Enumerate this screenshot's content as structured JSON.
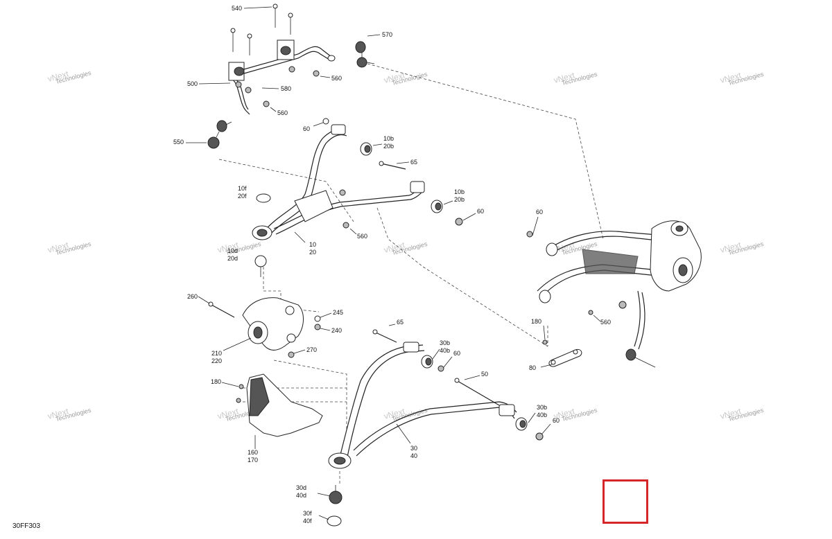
{
  "diagram": {
    "reference_code": "30FF303",
    "watermark": {
      "line1": "vNext",
      "line2": "Technologies"
    },
    "callouts": {
      "c540": "540",
      "c570": "570",
      "c500": "500",
      "c580": "580",
      "c560a": "560",
      "c560b": "560",
      "c550": "550",
      "c60a": "60",
      "c10b20b_a": [
        "10b",
        "20b"
      ],
      "c65a": "65",
      "c10f20f": [
        "10f",
        "20f"
      ],
      "c10b20b_b": [
        "10b",
        "20b"
      ],
      "c60b": "60",
      "c560c": "560",
      "c1020": [
        "10",
        "20"
      ],
      "c10d20d": [
        "10d",
        "20d"
      ],
      "c60c": "60",
      "c180a": "180",
      "c560d": "560",
      "c80": "80",
      "c260": "260",
      "c245": "245",
      "c240": "240",
      "c210220": [
        "210",
        "220"
      ],
      "c270": "270",
      "c65b": "65",
      "c30b40b_a": [
        "30b",
        "40b"
      ],
      "c60d": "60",
      "c50": "50",
      "c180b": "180",
      "c30b40b_b": [
        "30b",
        "40b"
      ],
      "c60e": "60",
      "c3040": [
        "30",
        "40"
      ],
      "c160170": [
        "160",
        "170"
      ],
      "c30d40d": [
        "30d",
        "40d"
      ],
      "c30f40f": [
        "30f",
        "40f"
      ]
    }
  }
}
